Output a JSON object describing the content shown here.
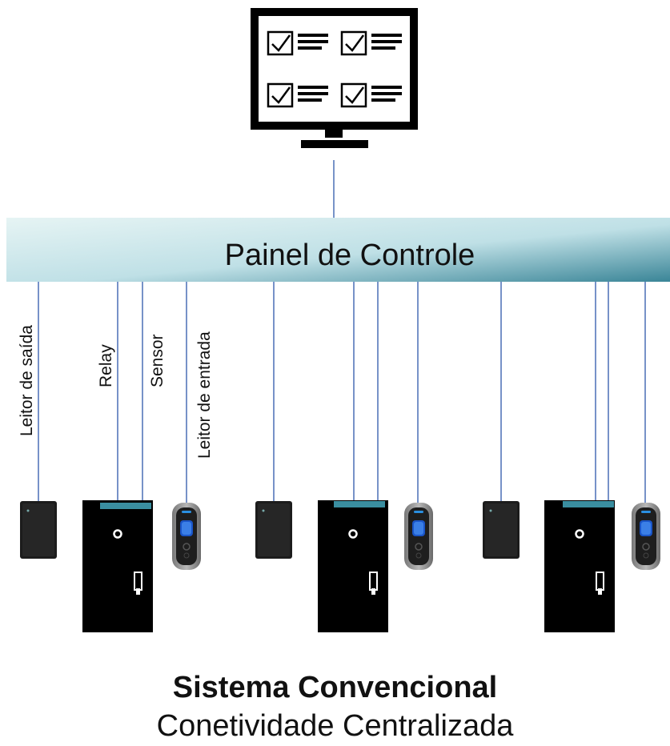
{
  "panel": {
    "label": "Painel de Controle"
  },
  "wire_labels": {
    "exit_reader": "Leitor de saída",
    "relay": "Relay",
    "sensor": "Sensor",
    "entry_reader": "Leitor de entrada"
  },
  "caption": {
    "title": "Sistema Convencional",
    "subtitle": "Conetividade Centralizada"
  },
  "colors": {
    "panel_light": "#dcefef",
    "panel_dark": "#3d8a9e",
    "wire": "#4a6fb5",
    "door": "#000000",
    "door_strip": "#3a8ea0"
  },
  "icons": [
    "monitor-checklist-icon",
    "card-reader-icon",
    "door-icon",
    "fingerprint-reader-icon"
  ]
}
